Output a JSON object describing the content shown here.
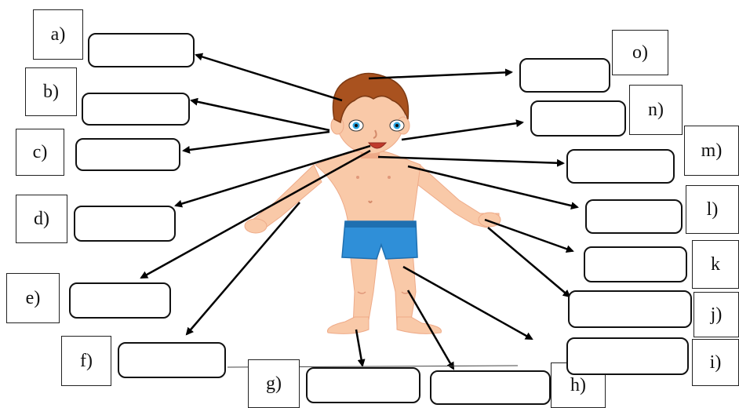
{
  "letters": [
    "a)",
    "b)",
    "c)",
    "d)",
    "e)",
    "f)",
    "g)",
    "h)",
    "i)",
    "j)",
    "k",
    "l)",
    "m)",
    "n)",
    "o)"
  ],
  "answers": [
    "",
    "",
    "",
    "",
    "",
    "",
    "",
    "",
    "",
    "",
    "",
    "",
    "",
    "",
    ""
  ],
  "colors": {
    "skin": "#f9c9a8",
    "skin_shadow": "#eeaa88",
    "hair": "#a9521f",
    "hair_dark": "#7d3a14",
    "shorts": "#2f8fd8",
    "shorts_dark": "#1e6fb0",
    "eye": "#2aa5e0",
    "mouth": "#c0392b",
    "line": "#000000"
  },
  "figure_icon": "boy-body-illustration"
}
